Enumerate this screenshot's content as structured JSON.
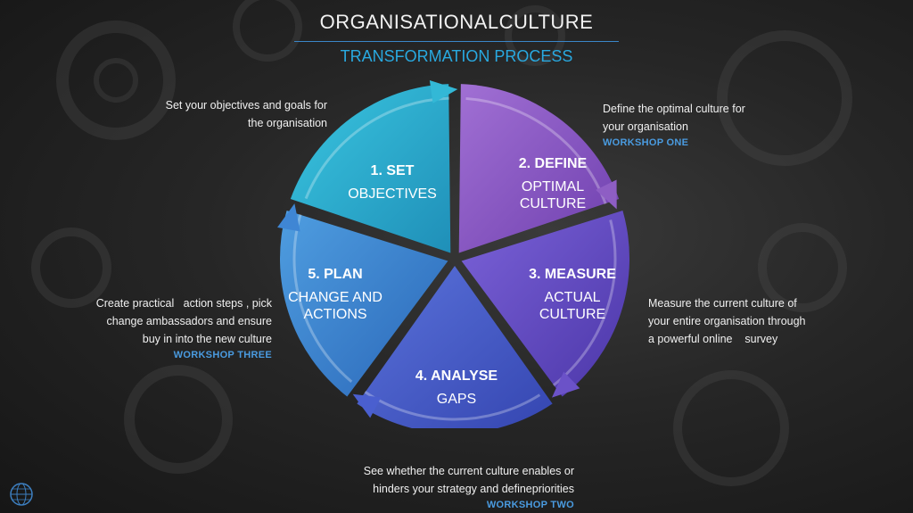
{
  "header": {
    "title": "ORGANISATIONALCULTURE",
    "subtitle": "TRANSFORMATION PROCESS"
  },
  "steps": [
    {
      "number_title": "1. SET",
      "lines": [
        "OBJECTIVES"
      ],
      "color": "#33b8d6"
    },
    {
      "number_title": "2. DEFINE",
      "lines": [
        "OPTIMAL",
        "CULTURE"
      ],
      "color": "#8e5ec4"
    },
    {
      "number_title": "3. MEASURE",
      "lines": [
        "ACTUAL",
        "CULTURE"
      ],
      "color": "#6b52c8"
    },
    {
      "number_title": "4. ANALYSE",
      "lines": [
        "GAPS"
      ],
      "color": "#4a5fcf"
    },
    {
      "number_title": "5. PLAN",
      "lines": [
        "CHANGE AND",
        "ACTIONS"
      ],
      "color": "#3f86d4"
    }
  ],
  "notes": {
    "set": {
      "lines": [
        "Set your objectives and goals for",
        "the organisation"
      ]
    },
    "define": {
      "lines": [
        "Define the optimal culture for",
        "your organisation"
      ],
      "workshop": "WORKSHOP ONE"
    },
    "measure": {
      "lines": [
        "Measure the current culture of",
        "your entire organisation through",
        "a powerful online    survey"
      ]
    },
    "plan": {
      "lines": [
        "Create practical   action steps , pick",
        "change ambassadors and ensure",
        "buy in into the new culture"
      ],
      "workshop": "WORKSHOP  THREE"
    },
    "analyse": {
      "lines": [
        "See whether the current culture enables or",
        "hinders your strategy and definepriorities"
      ],
      "workshop": "WORKSHOP TWO"
    }
  },
  "icons": {
    "logo": "globe-logo-icon"
  }
}
